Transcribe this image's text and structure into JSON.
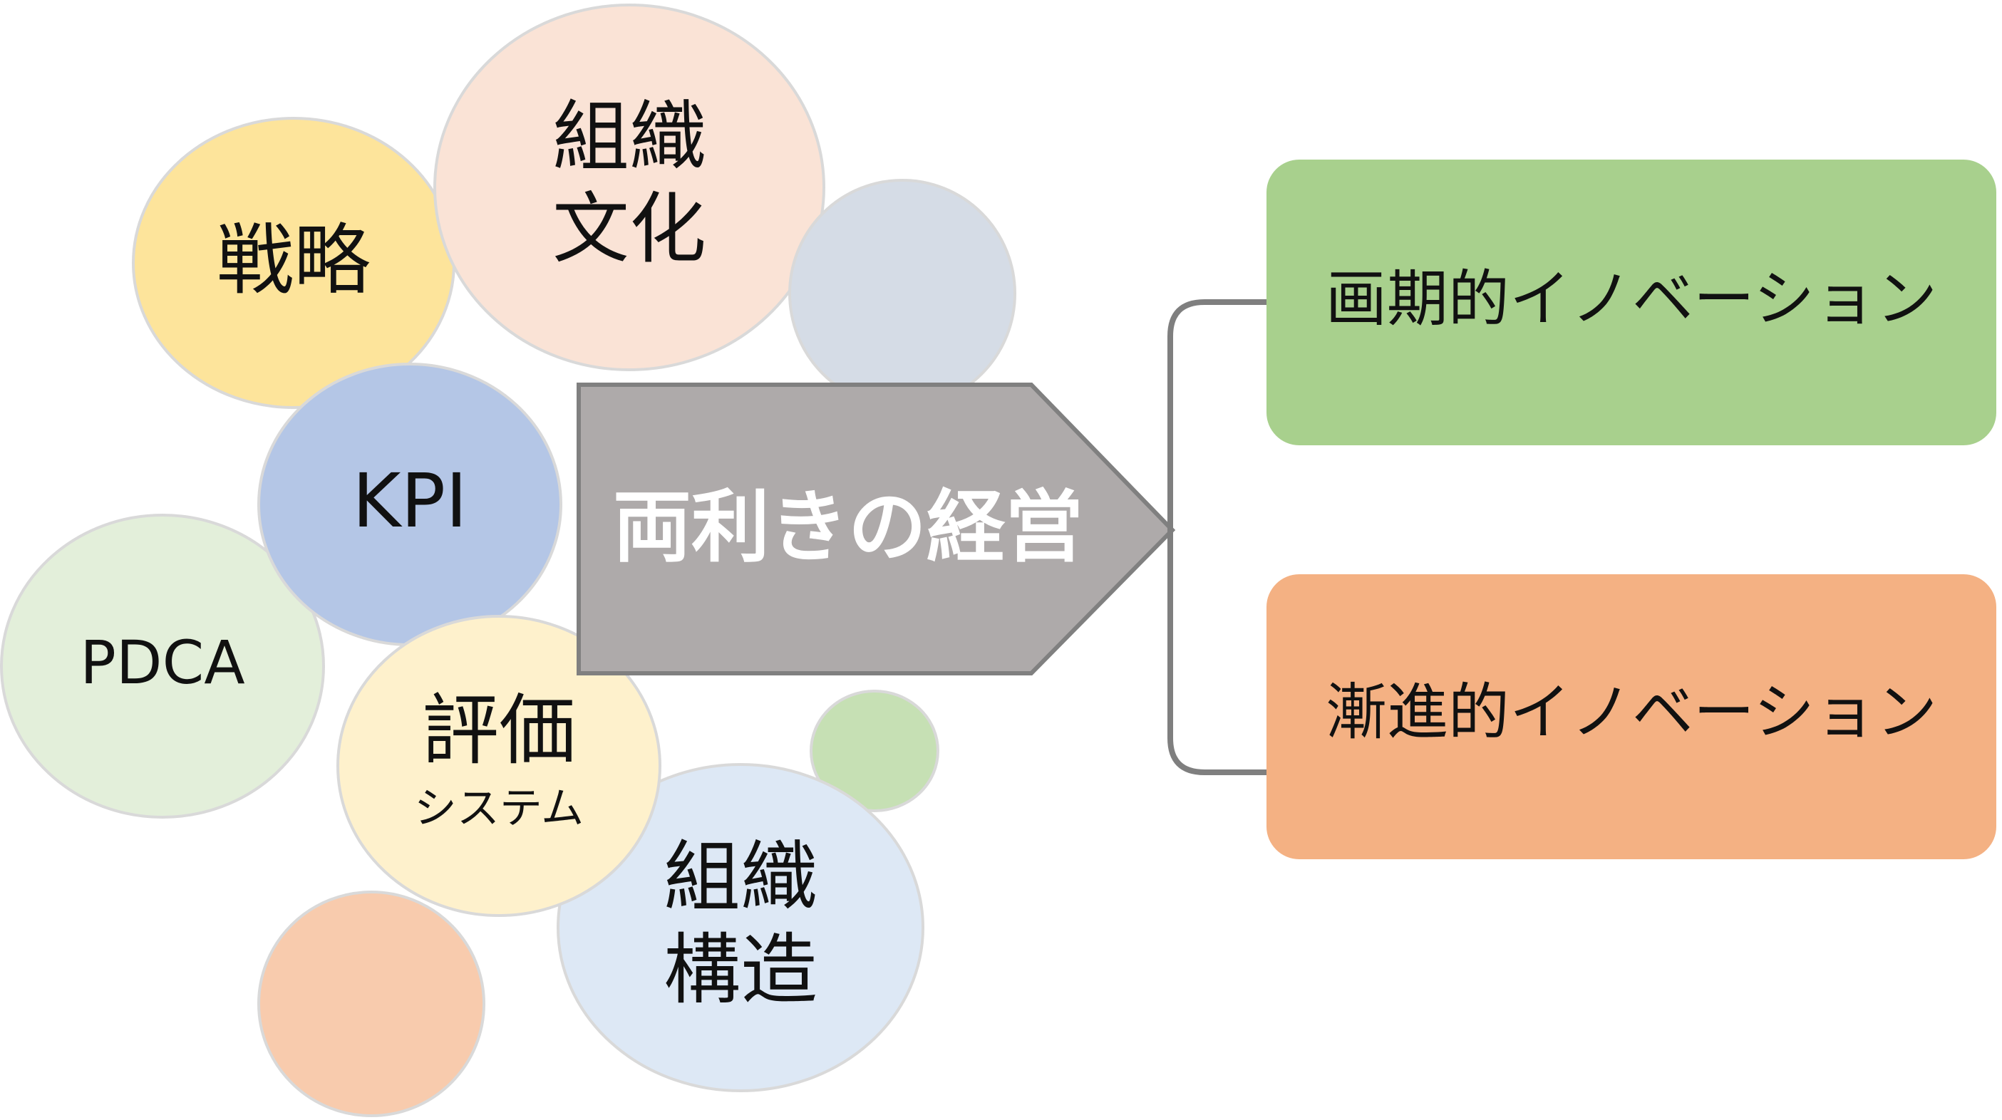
{
  "diagram": {
    "bubbles": {
      "strategy": "戦略",
      "culture": [
        "組織",
        "文化"
      ],
      "kpi": "KPI",
      "pdca": "PDCA",
      "evaluation": "評価",
      "evaluation_sub": "システム",
      "structure": [
        "組織",
        "構造"
      ]
    },
    "center": {
      "label": "両利きの経営"
    },
    "outcomes": {
      "radical": "画期的イノベーション",
      "incremental": "漸進的イノベーション"
    }
  },
  "colors": {
    "strategy": "#FDE49B",
    "culture": "#FAE3D6",
    "kpi": "#B4C6E6",
    "pdca": "#E3EFDA",
    "evaluation": "#FEF1CC",
    "structure": "#DDE8F5",
    "plain_blue": "#D5DCE6",
    "plain_green": "#C6E0B4",
    "plain_orange": "#F8CBAD",
    "center_arrow": "#AEAAAA",
    "radical_box": "#A8D08D",
    "incremental_box": "#F4B183",
    "bracket": "#7F7F7F"
  }
}
